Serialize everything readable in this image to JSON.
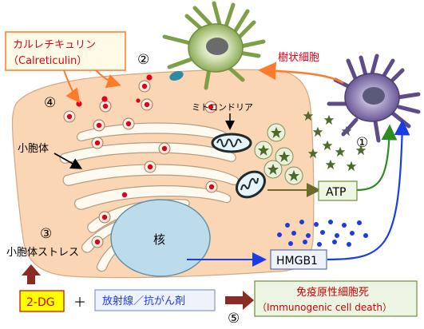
{
  "labels": {
    "calreticulin_jp": "カルレチキュリン",
    "calreticulin_en": "（Calreticulin）",
    "num2": "②",
    "num4": "④",
    "num1": "①",
    "num3": "③",
    "num5": "⑤",
    "dendritic_cell": "樹状細胞",
    "mitochondria": "ミトコンドリア",
    "er": "小胞体",
    "atp": "ATP",
    "nucleus": "核",
    "er_stress": "小胞体ストレス",
    "hmgb1": "HMGB1",
    "drug_2dg": "2-DG",
    "plus": "＋",
    "treatment": "放射線／抗がん剤",
    "icd_jp": "免疫原性細胞死",
    "icd_en": "（Immunogenic cell death）"
  },
  "colors": {
    "cell_fill": "#fbd6b5",
    "calreticulin_red": "#e0001a",
    "dendritic_green": "#8fb05a",
    "dendritic_purple": "#6c5a96",
    "arrow_orange": "#ff7a2a",
    "arrow_green": "#2e8b22",
    "arrow_blue": "#1a3ce6",
    "atp_box": "#eef7e2",
    "hmgb1_box": "#eef2fb",
    "icd_box": "#ecf5e4",
    "dg_box": "#ffff00",
    "dark_red_arrow": "#8b2c24"
  },
  "icons": [
    "dendritic-cell-green",
    "dendritic-cell-purple",
    "mitochondria",
    "star-atp",
    "dot-hmgb1"
  ]
}
